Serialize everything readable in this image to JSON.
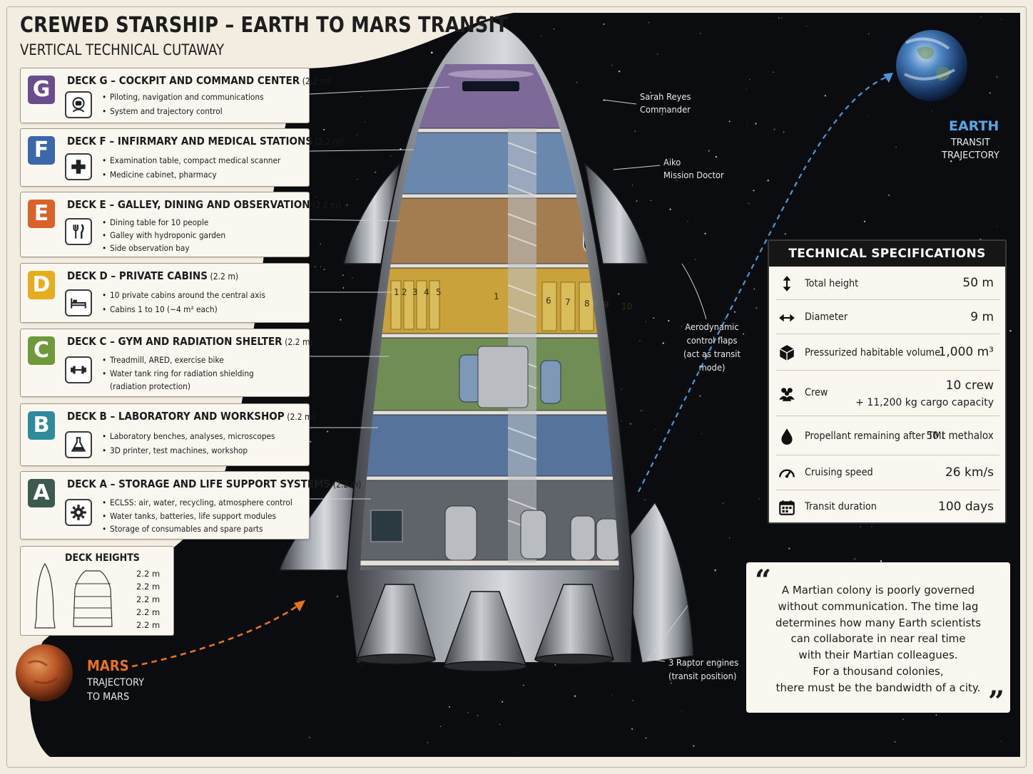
{
  "header": {
    "title": "CREWED STARSHIP – EARTH TO MARS TRANSIT",
    "subtitle": "VERTICAL TECHNICAL CUTAWAY"
  },
  "decks": [
    {
      "letter": "G",
      "title": "DECK G – COCKPIT AND COMMAND CENTER",
      "height": "(2.2 m)",
      "color": "#6b4d8e",
      "icon": "astronaut-helmet-icon",
      "items": [
        "Piloting, navigation and communications",
        "System and trajectory control"
      ]
    },
    {
      "letter": "F",
      "title": "DECK F – INFIRMARY AND MEDICAL STATIONS",
      "height": "(2.2 m)",
      "color": "#3a68a8",
      "icon": "medical-cross-icon",
      "items": [
        "Examination table, compact medical scanner",
        "Medicine cabinet, pharmacy"
      ]
    },
    {
      "letter": "E",
      "title": "DECK E – GALLEY, DINING AND OBSERVATION",
      "height": "(2.2 m)",
      "color": "#d9612a",
      "icon": "fork-knife-icon",
      "items": [
        "Dining table for 10 people",
        "Galley with hydroponic garden",
        "Side observation bay"
      ]
    },
    {
      "letter": "D",
      "title": "DECK D – PRIVATE CABINS",
      "height": "(2.2 m)",
      "color": "#e8ad1e",
      "icon": "bed-icon",
      "items": [
        "10 private cabins around the central axis",
        "Cabins 1 to 10 (~4 m² each)"
      ]
    },
    {
      "letter": "C",
      "title": "DECK C – GYM AND RADIATION SHELTER",
      "height": "(2.2 m)",
      "color": "#6f9a3b",
      "icon": "dumbbell-icon",
      "items": [
        "Treadmill, ARED, exercise bike",
        "Water tank ring for radiation shielding",
        "(radiation protection)"
      ]
    },
    {
      "letter": "B",
      "title": "DECK B – LABORATORY AND WORKSHOP",
      "height": "(2.2 m)",
      "color": "#2f8a9c",
      "icon": "flask-icon",
      "items": [
        "Laboratory benches, analyses, microscopes",
        "3D printer, test machines, workshop"
      ]
    },
    {
      "letter": "A",
      "title": "DECK A – STORAGE AND LIFE SUPPORT SYSTEMS",
      "height": "(2.2 m)",
      "color": "#3d5a50",
      "icon": "gear-icon",
      "items": [
        "ECLSS: air, water, recycling, atmosphere control",
        "Water tanks, batteries, life support modules",
        "Storage of consumables and spare parts"
      ]
    }
  ],
  "deck_heights": {
    "title": "DECK HEIGHTS",
    "values": [
      "2.2 m",
      "2.2 m",
      "2.2 m",
      "2.2 m",
      "2.2 m"
    ]
  },
  "callouts": {
    "commander_name": "Sarah Reyes",
    "commander_role": "Commander",
    "doctor_name": "Aiko",
    "doctor_role": "Mission Doctor",
    "flaps": [
      "Aerodynamic",
      "control flaps",
      "(act as transit",
      "mode)"
    ],
    "engines": [
      "3 Raptor engines",
      "(transit position)"
    ]
  },
  "cabin_numbers": [
    "1",
    "2",
    "3",
    "4",
    "5",
    "1",
    "6",
    "7",
    "8",
    "9",
    "10"
  ],
  "earth": {
    "name": "EARTH",
    "sub1": "TRANSIT",
    "sub2": "TRAJECTORY"
  },
  "mars": {
    "name": "MARS",
    "sub1": "TRAJECTORY",
    "sub2": "TO MARS"
  },
  "specs": {
    "title": "TECHNICAL SPECIFICATIONS",
    "rows": [
      {
        "icon": "vertical-arrows-icon",
        "label": "Total height",
        "value": "50 m",
        "value2": ""
      },
      {
        "icon": "horizontal-arrows-icon",
        "label": "Diameter",
        "value": "9 m",
        "value2": ""
      },
      {
        "icon": "cube-icon",
        "label": "Pressurized habitable volume",
        "value": "1,000 m³",
        "value2": ""
      },
      {
        "icon": "crew-icon",
        "label": "Crew",
        "value": "10 crew",
        "value2": "+ 11,200 kg cargo capacity"
      },
      {
        "icon": "drop-icon",
        "label": "Propellant remaining after TMI",
        "value": "50 t methalox",
        "value2": ""
      },
      {
        "icon": "speedometer-icon",
        "label": "Cruising speed",
        "value": "26 km/s",
        "value2": ""
      },
      {
        "icon": "calendar-icon",
        "label": "Transit duration",
        "value": "100 days",
        "value2": ""
      }
    ]
  },
  "quote": {
    "open": "“",
    "close": "”",
    "lines": [
      "A Martian colony is poorly governed",
      "without communication. The time lag",
      "determines how many Earth scientists",
      "can collaborate in near real time",
      "with their Martian colleagues.",
      "For a thousand colonies,",
      "there must be the bandwidth of a city."
    ]
  },
  "colors": {
    "space": "#0b0c10",
    "cream": "#f2ece1",
    "deck_g": "#8b72a8",
    "deck_f": "#6f8fb8",
    "deck_e": "#b58b5a",
    "deck_d": "#d7b248",
    "deck_c": "#7f9e62",
    "deck_b": "#5f7ea6",
    "deck_a": "#6b7078",
    "earth_accent": "#5aa5e4",
    "mars_accent": "#e8721f"
  }
}
